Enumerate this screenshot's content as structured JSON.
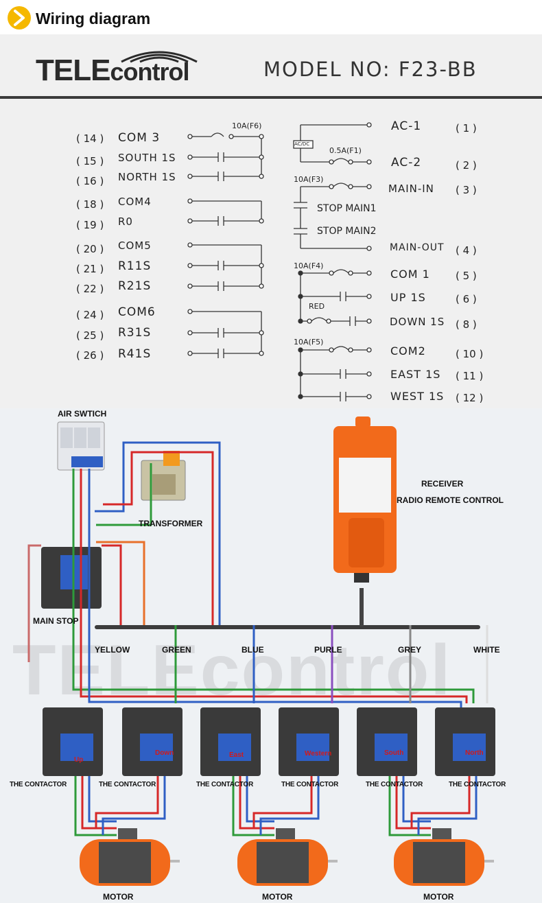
{
  "header": {
    "title": "Wiring diagram"
  },
  "brand": {
    "part1": "TELE",
    "part2": "control"
  },
  "model": {
    "label": "MODEL NO:",
    "value": "F23-BB"
  },
  "left_terminals": [
    {
      "num": "( 14 )",
      "label": "COM 3"
    },
    {
      "num": "( 15 )",
      "label": "SOUTH 1S"
    },
    {
      "num": "( 16 )",
      "label": "NORTH 1S"
    },
    {
      "num": "( 18 )",
      "label": "COM4"
    },
    {
      "num": "( 19 )",
      "label": "R0"
    },
    {
      "num": "( 20 )",
      "label": "COM5"
    },
    {
      "num": "( 21 )",
      "label": "R11S"
    },
    {
      "num": "( 22 )",
      "label": "R21S"
    },
    {
      "num": "( 24 )",
      "label": "COM6"
    },
    {
      "num": "( 25 )",
      "label": "R31S"
    },
    {
      "num": "( 26 )",
      "label": "R41S"
    }
  ],
  "right_terminals": [
    {
      "num": "( 1 )",
      "label": "AC-1"
    },
    {
      "num": "( 2 )",
      "label": "AC-2"
    },
    {
      "num": "( 3 )",
      "label": "MAIN-IN"
    },
    {
      "num": "( 4 )",
      "label": "MAIN-OUT"
    },
    {
      "num": "( 5 )",
      "label": "COM 1"
    },
    {
      "num": "( 6 )",
      "label": "UP 1S"
    },
    {
      "num": "( 8 )",
      "label": "DOWN 1S"
    },
    {
      "num": "( 10 )",
      "label": "COM2"
    },
    {
      "num": "( 11 )",
      "label": "EAST 1S"
    },
    {
      "num": "( 12 )",
      "label": "WEST 1S"
    }
  ],
  "fuses": {
    "f6": "10A(F6)",
    "f1": "0.5A(F1)",
    "f3": "10A(F3)",
    "f4": "10A(F4)",
    "f5": "10A(F5)"
  },
  "acdc": "AC/DC",
  "stops": {
    "main1": "STOP MAIN1",
    "main2": "STOP MAIN2"
  },
  "red": "RED",
  "photo": {
    "air_switch": "AIR SWTICH",
    "transformer": "TRANSFORMER",
    "receiver": "RECEIVER",
    "radio": "RADIO REMOTE CONTROL",
    "main_stop": "MAIN STOP",
    "watermark": "TELEcontrol",
    "wires": [
      "YELLOW",
      "GREEN",
      "BLUE",
      "PURLE",
      "GREY",
      "WHITE"
    ],
    "contactor_label": "THE CONTACTOR",
    "contactor_tags": [
      "Up",
      "Down",
      "East",
      "Western",
      "South",
      "North"
    ],
    "motor_label": "MOTOR"
  },
  "colors": {
    "red": "#d62828",
    "green": "#2e9a3a",
    "blue": "#2f5fc4",
    "grey": "#666666",
    "orange": "#e8702a",
    "purple": "#8a4fbf",
    "motor_orange": "#f26a1b"
  }
}
